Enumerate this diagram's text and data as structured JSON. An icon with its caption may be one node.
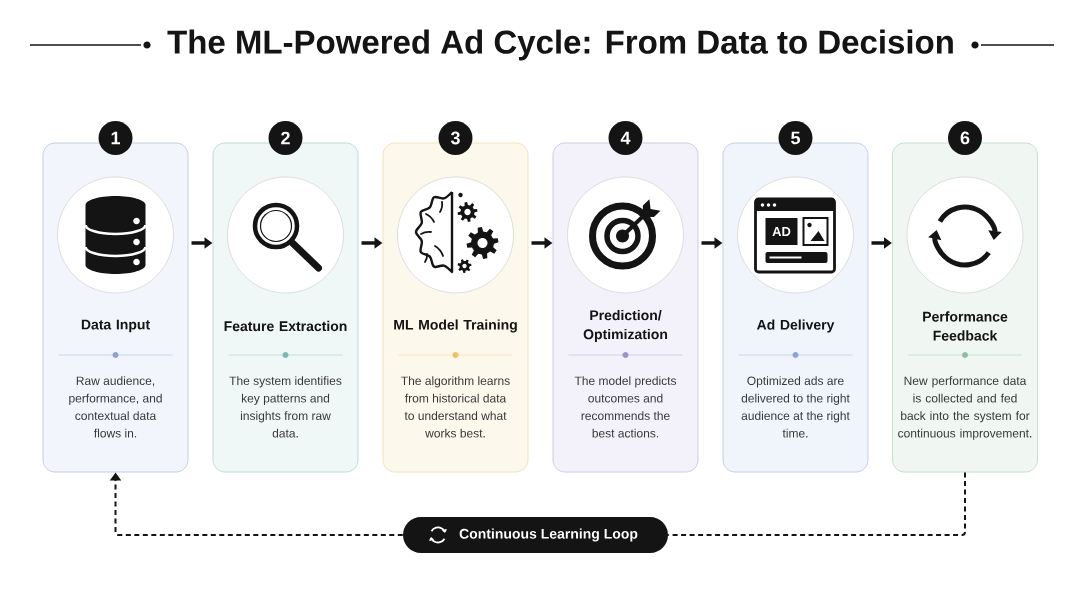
{
  "diagram": {
    "title": "The ML-Powered Ad Cycle: From Data to Decision",
    "nodes": [
      {
        "text": [
          "1"
        ]
      },
      {
        "text": [
          "Data Input",
          "Raw audience, performance, and contextual data flows in."
        ]
      },
      {
        "text": [
          "2"
        ]
      },
      {
        "text": [
          "Feature Extraction",
          "The system identifies key patterns and insights from raw data."
        ]
      },
      {
        "text": [
          "3"
        ]
      },
      {
        "text": [
          "ML Model Training",
          "The algorithm learns from historical data to understand what works best."
        ]
      },
      {
        "text": [
          "4"
        ]
      },
      {
        "text": [
          "Prediction/ Optimization",
          "The model predicts outcomes and recommends the best actions."
        ]
      },
      {
        "text": [
          "5"
        ]
      },
      {
        "text": [
          "Ad Delivery",
          "Optimized ads are delivered to the right audience at the right time."
        ]
      },
      {
        "text": [
          "6"
        ]
      },
      {
        "text": [
          "Performance Feedback",
          "New performance data is collected and fed back into the system for continuous improvement."
        ]
      },
      {
        "text": [
          "Continuous Learning Loop"
        ]
      }
    ],
    "edges": [
      {
        "from": 1,
        "to": 3,
        "arrow": "to"
      },
      {
        "from": 3,
        "to": 5,
        "arrow": "to"
      },
      {
        "from": 5,
        "to": 7,
        "arrow": "to"
      },
      {
        "from": 7,
        "to": 9,
        "arrow": "to"
      },
      {
        "from": 9,
        "to": 11,
        "arrow": "to"
      },
      {
        "from": 11,
        "to": 12,
        "arrow": "none",
        "style": "dashed"
      },
      {
        "from": 12,
        "to": 1,
        "arrow": "to",
        "style": "dashed"
      }
    ],
    "labels": [
      "AD"
    ]
  }
}
